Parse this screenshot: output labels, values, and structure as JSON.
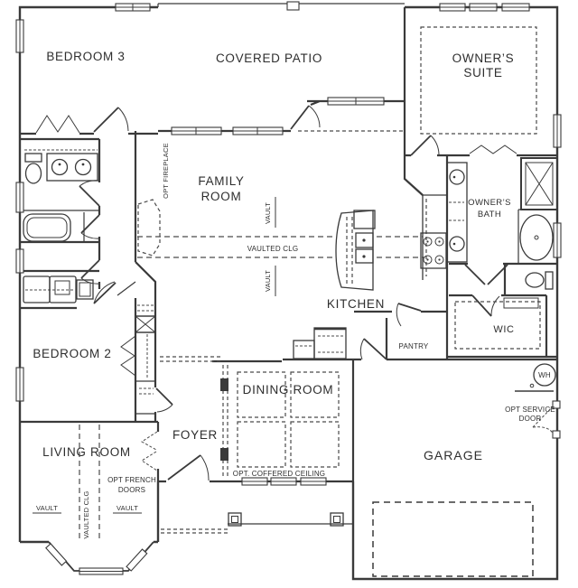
{
  "plan": {
    "rooms": {
      "bedroom3": "BEDROOM 3",
      "covered_patio": "COVERED PATIO",
      "owners_suite_1": "OWNER’S",
      "owners_suite_2": "SUITE",
      "family_room_1": "FAMILY",
      "family_room_2": "ROOM",
      "kitchen": "KITCHEN",
      "owners_bath_1": "OWNER’S",
      "owners_bath_2": "BATH",
      "pantry": "PANTRY",
      "wic": "WIC",
      "bedroom2": "BEDROOM 2",
      "dining_room": "DINING ROOM",
      "foyer": "FOYER",
      "living_room": "LIVING ROOM",
      "garage": "GARAGE"
    },
    "annotations": {
      "opt_fireplace": "OPT FIREPLACE",
      "vault": "VAULT",
      "vaulted_clg": "VAULTED CLG",
      "opt_french_1": "OPT FRENCH",
      "opt_french_2": "DOORS",
      "opt_coffered": "OPT. COFFERED CEILING",
      "opt_service_1": "OPT SERVICE",
      "opt_service_2": "DOOR",
      "water_heater": "WH"
    },
    "colors": {
      "line": "#3a3a3a",
      "text": "#2e2e2e",
      "background": "#ffffff"
    }
  }
}
